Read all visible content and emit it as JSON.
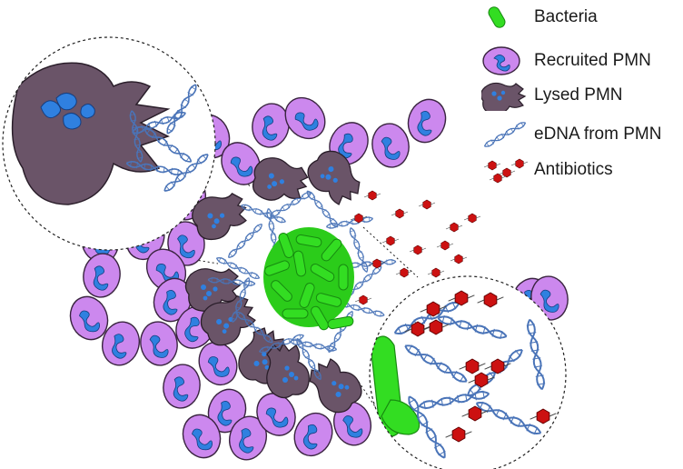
{
  "legend": [
    {
      "key": "bacteria",
      "label": "Bacteria"
    },
    {
      "key": "recruited_pmn",
      "label": "Recruited PMN"
    },
    {
      "key": "lysed_pmn",
      "label": "Lysed PMN"
    },
    {
      "key": "edna",
      "label": "eDNA from PMN"
    },
    {
      "key": "antibiotics",
      "label": "Antibiotics"
    }
  ],
  "colors": {
    "bacteria": "#33dd22",
    "recruited_pmn": "#cc88ee",
    "lysed_pmn": "#6a5468",
    "nucleus": "#2f80e0",
    "edna": "#4a74b8",
    "antibiotic": "#cc1111"
  }
}
